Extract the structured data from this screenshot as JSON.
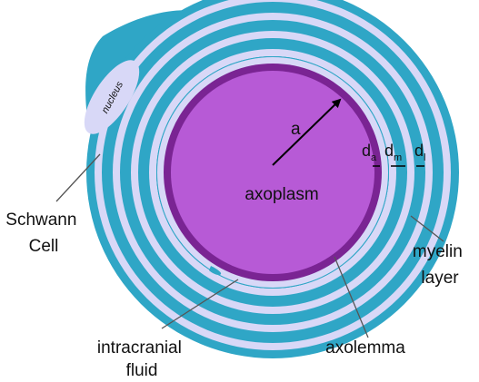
{
  "labels": {
    "nucleus": "nucleus",
    "a": "a",
    "axoplasm": "axoplasm",
    "schwann_line1": "Schwann",
    "schwann_line2": "Cell",
    "myelin_line1": "myelin",
    "myelin_line2": "layer",
    "fluid_line1": "intracranial",
    "fluid_line2": "fluid",
    "axolemma": "axolemma",
    "d_a": {
      "base": "d",
      "sub": "a"
    },
    "d_m": {
      "base": "d",
      "sub": "m"
    },
    "d_l": {
      "base": "d",
      "sub": "l"
    }
  },
  "colors": {
    "myelin_dark": "#2fa6c6",
    "myelin_light": "#d8d8f7",
    "axoplasm": "#b75ad6",
    "axolemma": "#7a2493",
    "nucleus": "#d8d8f7",
    "leader_line": "#555555",
    "arrow": "#000000",
    "text": "#111111"
  },
  "myelin_band_count": 5
}
